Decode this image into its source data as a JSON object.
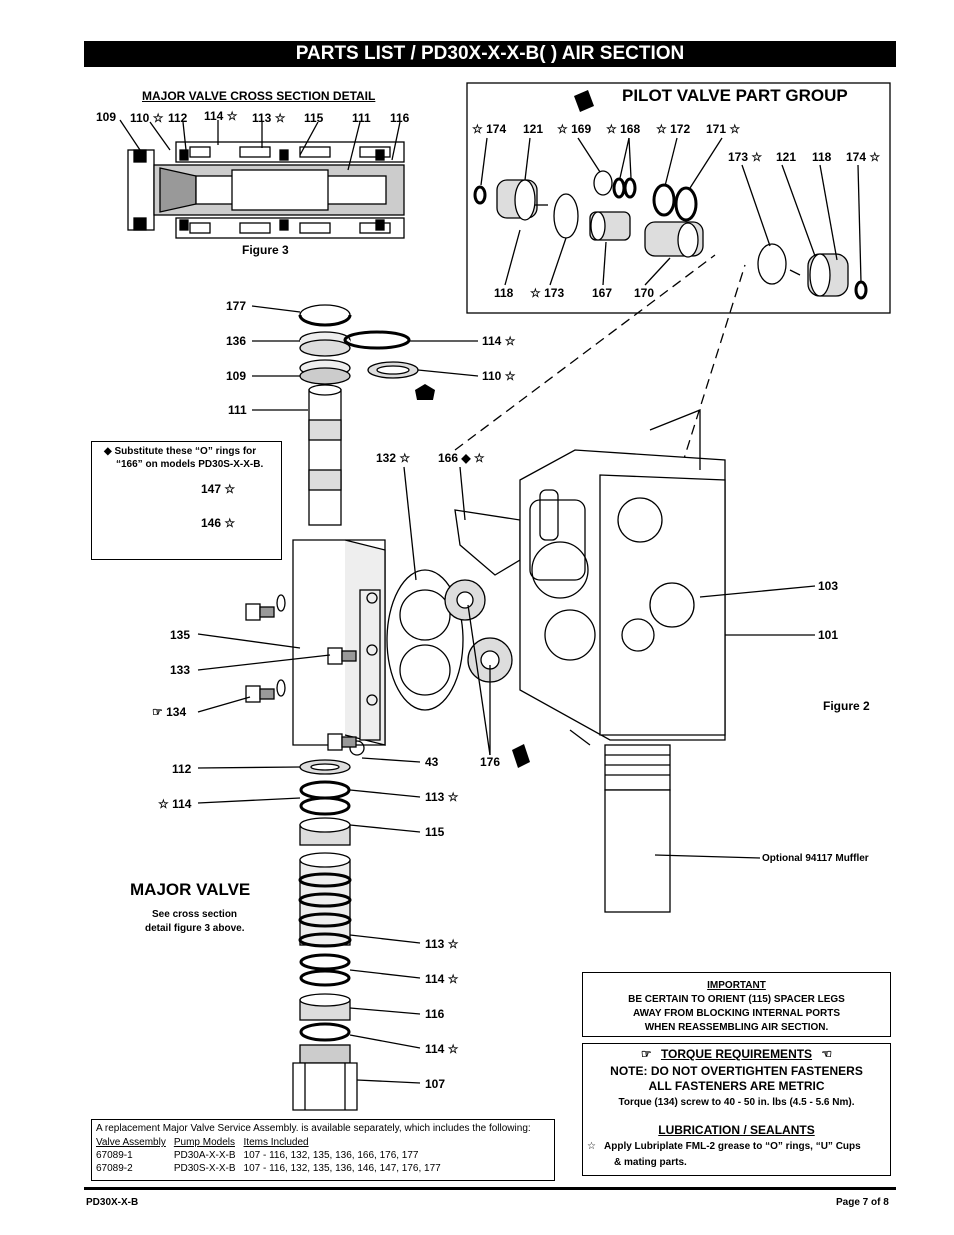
{
  "header": {
    "title": "PARTS LIST / PD30X-X-X-B( ) AIR SECTION"
  },
  "cross_section": {
    "title": "MAJOR VALVE CROSS SECTION DETAIL",
    "figure_label": "Figure 3",
    "callouts": [
      "109",
      "110 ☆",
      "112",
      "114 ☆",
      "113 ☆",
      "115",
      "111",
      "116"
    ]
  },
  "pilot": {
    "title": "PILOT VALVE PART GROUP",
    "top_callouts": [
      "☆ 174",
      "121",
      "☆ 169",
      "☆ 168",
      "☆ 172",
      "171 ☆"
    ],
    "right_callouts": [
      "173 ☆",
      "121",
      "118",
      "174 ☆"
    ],
    "bottom_callouts": [
      "118",
      "☆ 173",
      "167",
      "170"
    ]
  },
  "main_callouts": {
    "c177": "177",
    "c136": "136",
    "c109": "109",
    "c111": "111",
    "c114a": "114 ☆",
    "c110": "110 ☆",
    "c132": "132 ☆",
    "c166": "166 ◆ ☆",
    "c147": "147 ☆",
    "c146": "146 ☆",
    "c135": "135",
    "c133": "133",
    "c134": "☞ 134",
    "c103": "103",
    "c101": "101",
    "c112": "112",
    "c114b": "☆ 114",
    "c43": "43",
    "c176": "176",
    "c113a": "113 ☆",
    "c115": "115",
    "c113b": "113 ☆",
    "c114c": "114 ☆",
    "c116": "116",
    "c114d": "114 ☆",
    "c107": "107",
    "muffler": "Optional 94117 Muffler",
    "figure2": "Figure 2"
  },
  "substitute_note": {
    "line1": "◆  Substitute  these  “O”  rings  for",
    "line2": "“166” on models PD30S-X-X-B."
  },
  "major_valve": {
    "title": "MAJOR VALVE",
    "line1": "See cross section",
    "line2": "detail figure 3 above."
  },
  "important": {
    "title": "IMPORTANT",
    "lines": [
      "BE CERTAIN TO ORIENT (115) SPACER LEGS",
      "AWAY FROM BLOCKING INTERNAL PORTS",
      "WHEN REASSEMBLING AIR SECTION."
    ]
  },
  "torque": {
    "title": "TORQUE REQUIREMENTS",
    "left_icon": "☞",
    "right_icon": "☜",
    "line1": "NOTE: DO NOT OVERTIGHTEN FASTENERS",
    "line2": "ALL FASTENERS ARE METRIC",
    "line3": "Torque (134) screw to 40 - 50 in. lbs (4.5 - 5.6 Nm)."
  },
  "lubrication": {
    "title": "LUBRICATION / SEALANTS",
    "star": "☆",
    "line1": "Apply Lubriplate FML-2 grease to “O” rings, “U” Cups",
    "line2": "& mating parts."
  },
  "service": {
    "intro": "A replacement Major Valve Service Assembly. is available separately, which includes the following:",
    "headers": [
      "Valve Assembly",
      "Pump Models",
      "Items Included"
    ],
    "rows": [
      [
        "67089-1",
        "PD30A-X-X-B",
        "107 - 116, 132, 135, 136, 166, 176, 177"
      ],
      [
        "67089-2",
        "PD30S-X-X-B",
        "107 - 116, 132, 135, 136, 146, 147, 176, 177"
      ]
    ]
  },
  "footer": {
    "left": "PD30X-X-B",
    "right": "Page  7 of 8"
  }
}
